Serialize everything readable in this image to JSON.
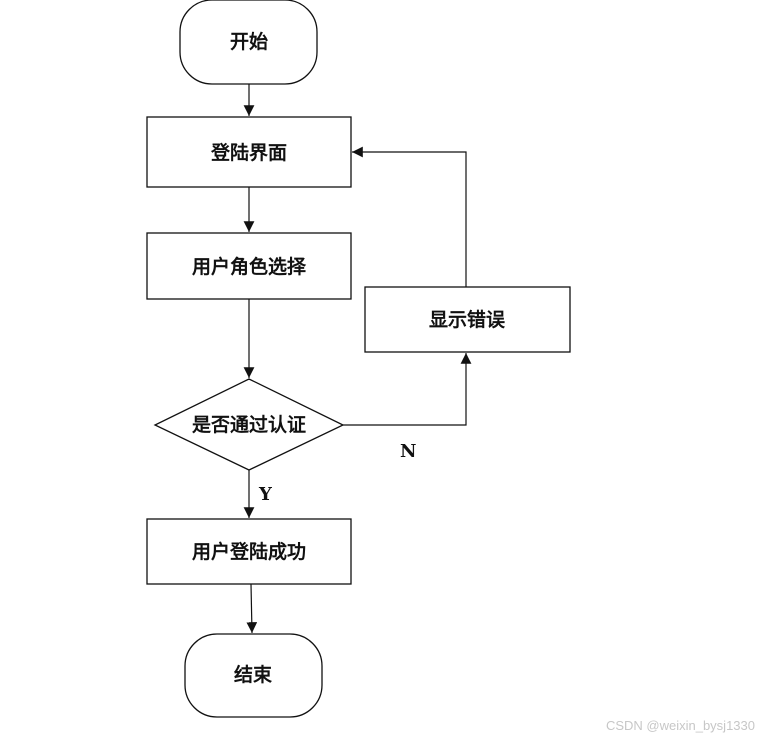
{
  "diagram": {
    "nodes": {
      "start": "开始",
      "login": "登陆界面",
      "role": "用户角色选择",
      "check": "是否通过认证",
      "error": "显示错误",
      "success": "用户登陆成功",
      "end": "结束"
    },
    "edges": {
      "no_label": "N",
      "yes_label": "Y"
    }
  },
  "watermark": "CSDN @weixin_bysj1330",
  "colors": {
    "stroke": "#111111",
    "fill": "#ffffff",
    "watermark": "#c7c7c7"
  }
}
